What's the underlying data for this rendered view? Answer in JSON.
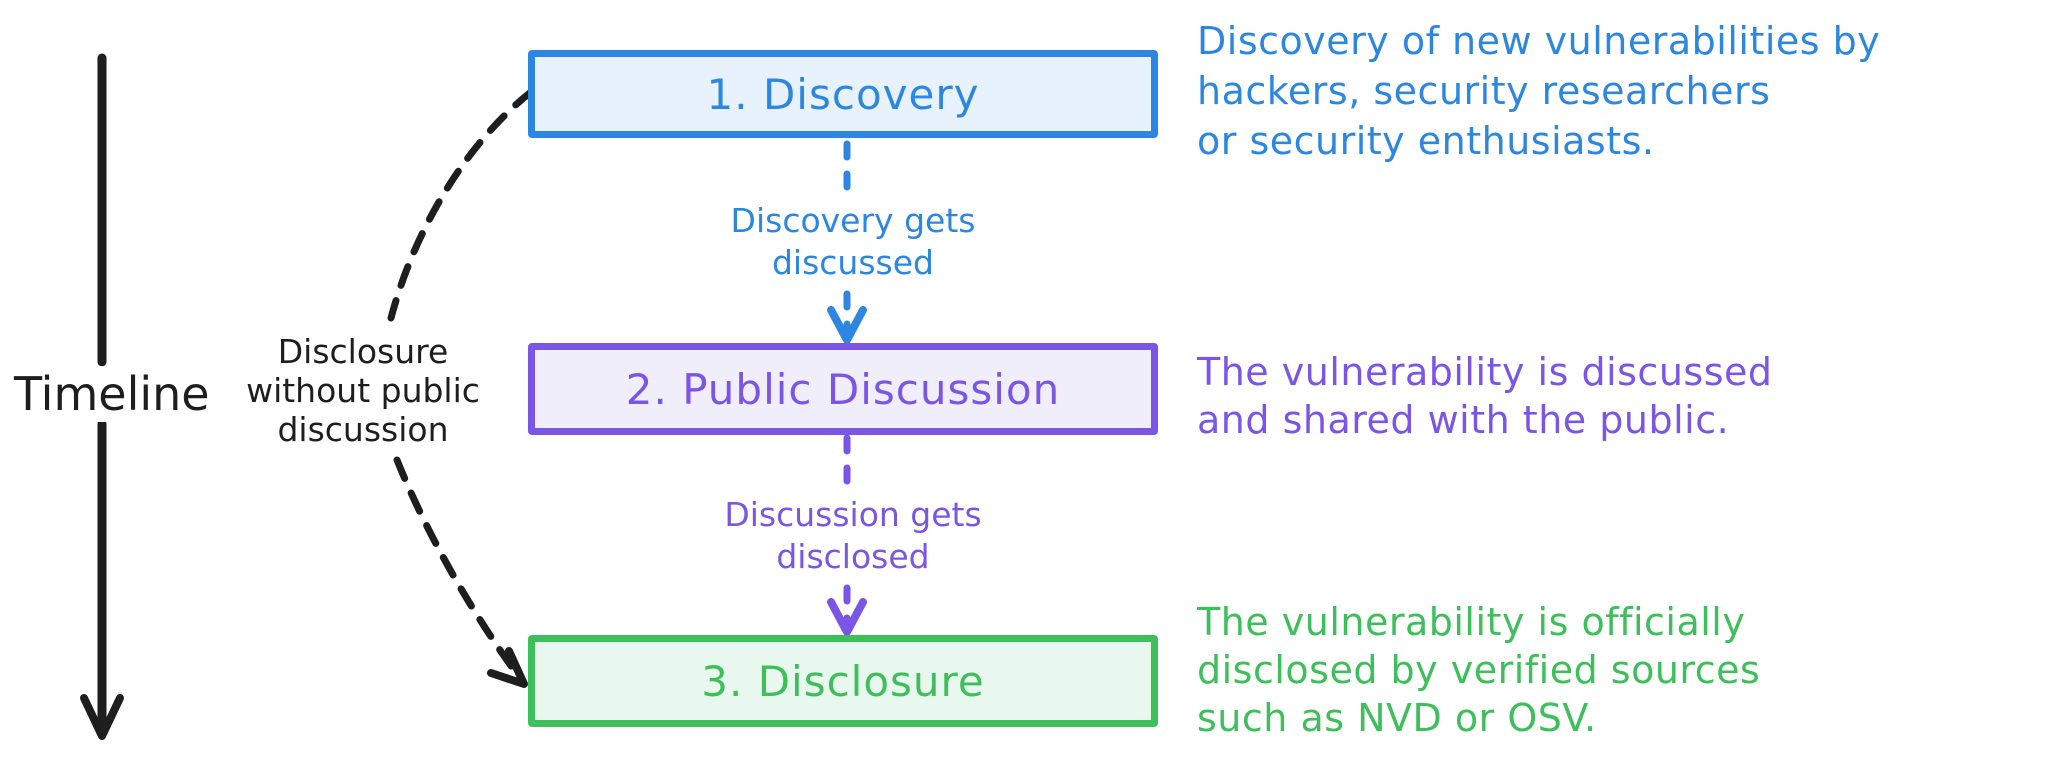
{
  "colors": {
    "blue": "#2d87e0",
    "blue-fill": "#e7f2fc",
    "purple": "#7a55e6",
    "purple-fill": "#f0eefb",
    "green": "#3fbe5c",
    "green-fill": "#e9f8ee",
    "ink": "#1e1e1e",
    "bg": "#ffffff"
  },
  "timeline": {
    "label": "Timeline"
  },
  "bypass": {
    "lines": [
      "Disclosure",
      "without public",
      "discussion"
    ]
  },
  "steps": [
    {
      "label": "1. Discovery",
      "desc_lines": [
        "Discovery of new vulnerabilities by",
        "hackers, security researchers",
        "or security enthusiasts."
      ]
    },
    {
      "label": "2. Public Discussion",
      "desc_lines": [
        "The vulnerability is discussed",
        "and shared with the public."
      ]
    },
    {
      "label": "3. Disclosure",
      "desc_lines": [
        "The vulnerability is officially",
        "disclosed by verified sources",
        "such as NVD or OSV."
      ]
    }
  ],
  "transitions": [
    {
      "lines": [
        "Discovery gets",
        "discussed"
      ]
    },
    {
      "lines": [
        "Discussion gets",
        "disclosed"
      ]
    }
  ]
}
